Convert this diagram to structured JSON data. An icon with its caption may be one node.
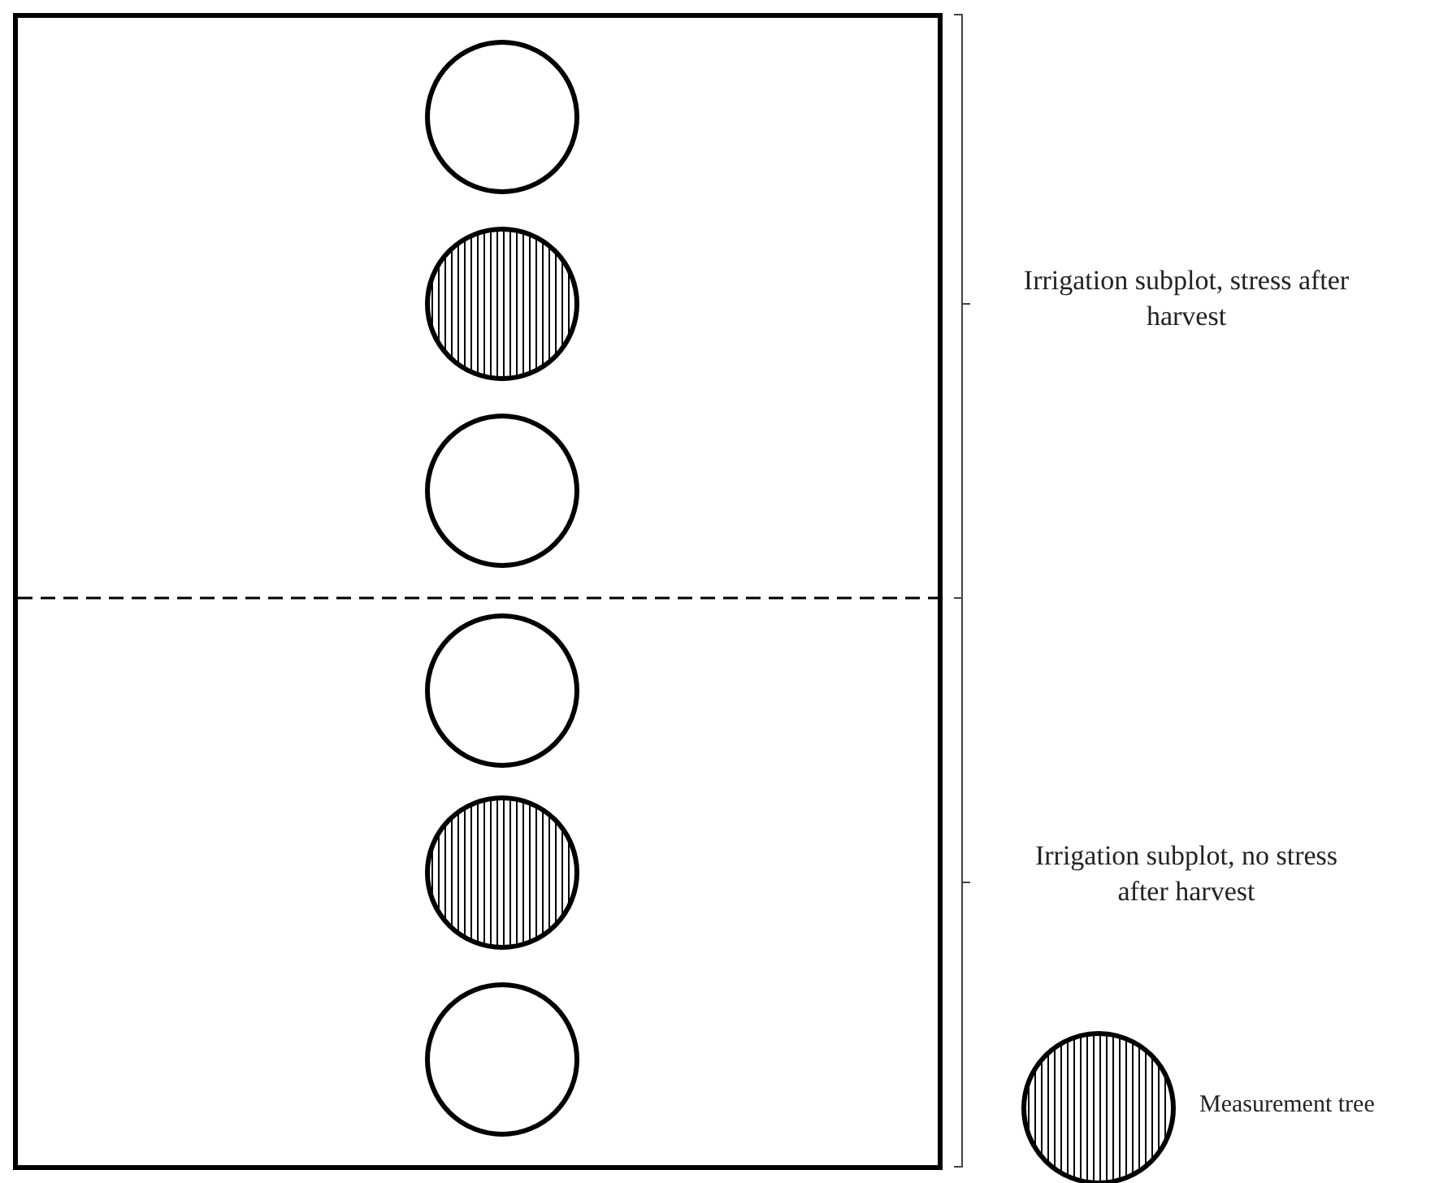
{
  "diagram": {
    "nodes": [
      {
        "text": [],
        "shape": "box"
      },
      {
        "text": [],
        "shape": "circle",
        "in": 0
      },
      {
        "text": [],
        "shape": "circle",
        "in": 0
      },
      {
        "text": [],
        "shape": "circle",
        "in": 0
      },
      {
        "text": [],
        "shape": "circle",
        "in": 0
      },
      {
        "text": [],
        "shape": "circle",
        "in": 0
      },
      {
        "text": [],
        "shape": "circle",
        "in": 0
      }
    ],
    "labels": [
      "Irrigation subplot, stress after harvest",
      "Irrigation subplot, no stress after harvest"
    ],
    "legend": [
      {
        "text": "Measurement tree"
      }
    ]
  }
}
